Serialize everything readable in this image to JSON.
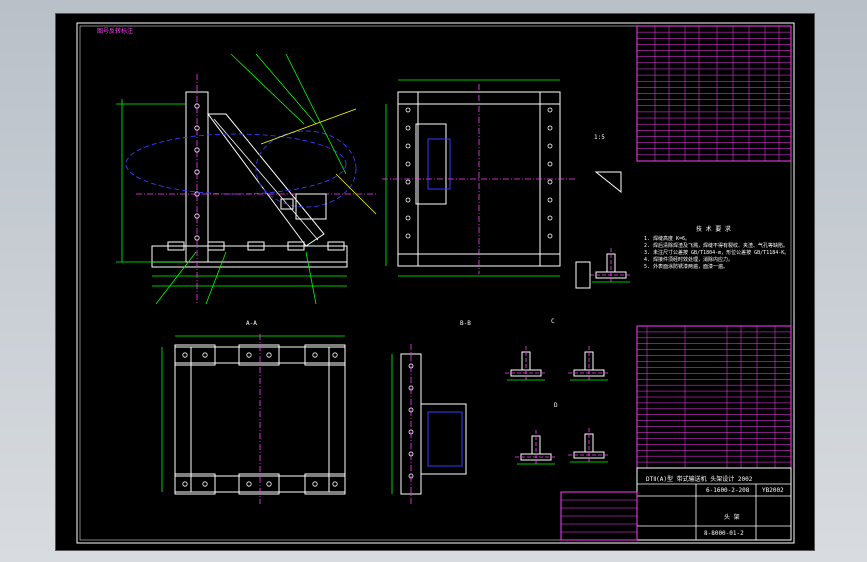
{
  "colors": {
    "background": "#000000",
    "frame_border": "#ffffff",
    "structure": "#ffffff",
    "dimension": "#00ff00",
    "centerline": "#ff3cff",
    "hidden": "#3a3aff",
    "leader": "#ffff00",
    "table_grid": "#ff3cff"
  },
  "drawing": {
    "corner_stamp": "图号反转标注",
    "view_labels": {
      "section_a": "A-A",
      "view_b": "B-B",
      "detail_c": "C",
      "detail_d": "D",
      "scale": "1:5"
    },
    "requirements_title": "技 术 要 求",
    "requirements": [
      "1. 焊缝高度 K=6。",
      "2. 焊后清除焊渣及飞溅，焊缝不得有裂纹、夹渣、气孔等缺陷。",
      "3. 未注尺寸公差按 GB/T1804-m，形位公差按 GB/T1184-K。",
      "4. 焊接件须经时效处理，消除内应力。",
      "5. 外表面涂防锈漆两遍，面漆一遍。"
    ],
    "title_block": {
      "drawing_name": "DTⅡ(A)型 带式输送机 头架设计 2002",
      "code_1": "6-1600-2-208",
      "code_2": "YB2002",
      "part_name": "头 架",
      "code_3": "8-8000-01-2"
    }
  }
}
